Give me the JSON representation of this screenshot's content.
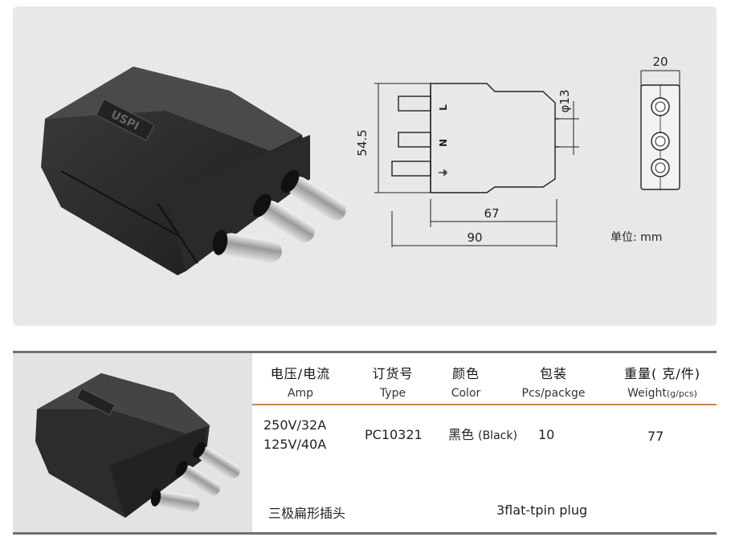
{
  "drawing": {
    "dims": {
      "width_top": "20",
      "height_left": "54.5",
      "diameter": "φ13",
      "len_short": "67",
      "len_long": "90"
    },
    "pins": [
      "L",
      "N",
      "⏚"
    ],
    "unit_label": "单位: mm"
  },
  "product_marking": "USPI",
  "table": {
    "columns": [
      {
        "cn": "电压/电流",
        "en": "Amp"
      },
      {
        "cn": "订货号",
        "en": "Type"
      },
      {
        "cn": "颜色",
        "en": "Color"
      },
      {
        "cn": "包装",
        "en": "Pcs/packge"
      },
      {
        "cn": "重量( 克/件)",
        "en": "Weight",
        "en_suffix": "(g/pcs)"
      }
    ],
    "row": {
      "amp_line1": "250V/32A",
      "amp_line2": "125V/40A",
      "type": "PC10321",
      "color_cn": "黑色",
      "color_en": "(Black)",
      "pcs": "10",
      "weight": "77"
    },
    "name_cn": "三极扁形插头",
    "name_en": "3flat-tpin plug"
  },
  "colors": {
    "accent": "#c8844a",
    "band": "#707070",
    "panel": "#e8e8e8"
  }
}
